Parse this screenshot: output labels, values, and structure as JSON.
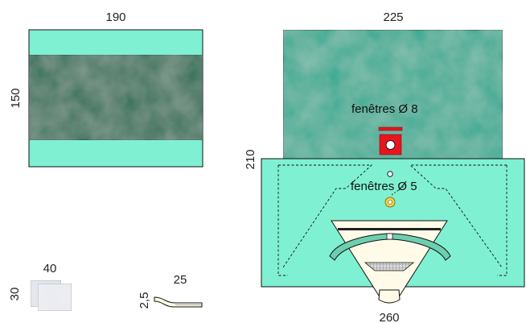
{
  "colors": {
    "light_mint": "#7ff0d2",
    "dark_green": "#236b52",
    "teal": "#2ea88f",
    "red": "#e8141e",
    "ring_yellow": "#f2d64a",
    "gauze": "#e8eaf0",
    "outline": "#111111"
  },
  "drape_left": {
    "width_label": "190",
    "height_label": "150"
  },
  "drape_right": {
    "width_top_label": "225",
    "height_label": "210",
    "width_bottom_label": "260",
    "window_large_label": "fenêtres Ø 8",
    "window_small_label": "fenêtres Ø 5"
  },
  "compress": {
    "width_label": "40",
    "height_label": "30"
  },
  "tape": {
    "width_label": "25",
    "height_label": "2,5"
  }
}
